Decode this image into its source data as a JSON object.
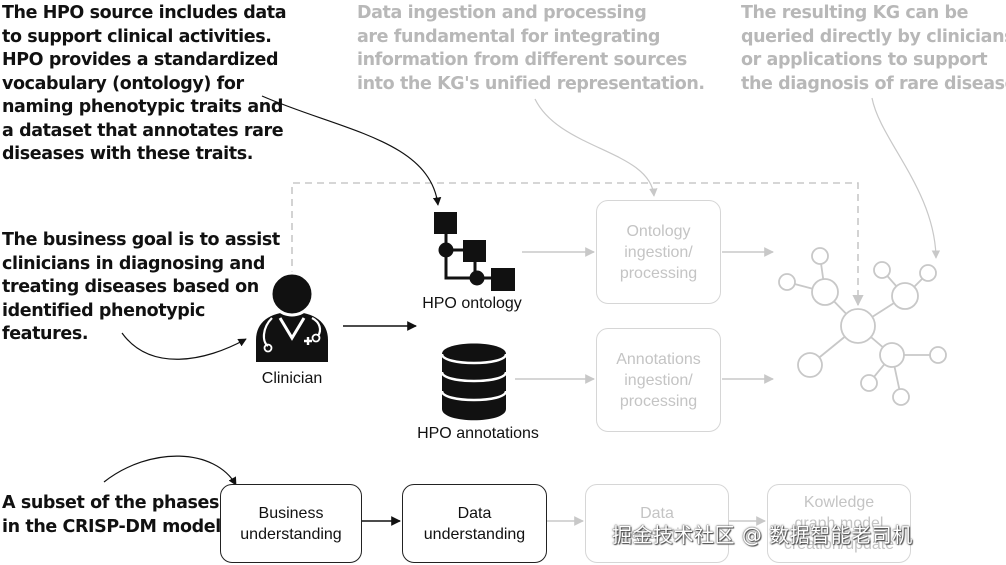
{
  "annotations": {
    "hpo_source": [
      "The HPO source includes data",
      "to support clinical activities.",
      "HPO provides a standardized",
      "vocabulary (ontology) for",
      "naming phenotypic traits and",
      "a dataset that annotates rare",
      "diseases with these traits."
    ],
    "data_ingestion": [
      "Data ingestion and processing",
      "are fundamental for integrating",
      "information from different sources",
      "into the KG's unified representation."
    ],
    "resulting_kg": [
      "The resulting KG can be",
      "queried directly by clinicians",
      "or applications to support",
      "the diagnosis of rare diseases."
    ],
    "business_goal": [
      "The business goal is to assist",
      "clinicians in diagnosing and",
      "treating diseases based on",
      "identified phenotypic",
      "features."
    ],
    "crisp_dm": [
      "A subset of the phases",
      "in the CRISP-DM model"
    ]
  },
  "nodes": {
    "clinician": "Clinician",
    "hpo_ontology": "HPO ontology",
    "hpo_annotations": "HPO annotations",
    "ontology_ingestion": [
      "Ontology",
      "ingestion/",
      "processing"
    ],
    "annotations_ingestion": [
      "Annotations",
      "ingestion/",
      "processing"
    ]
  },
  "phases": [
    {
      "lines": [
        "Business",
        "understanding"
      ],
      "active": true
    },
    {
      "lines": [
        "Data",
        "understanding"
      ],
      "active": true
    },
    {
      "lines": [
        "Data",
        "preparation"
      ],
      "active": false
    },
    {
      "lines": [
        "Kowledge",
        "graph model",
        "creation/update"
      ],
      "active": false
    }
  ],
  "watermark": "掘金技术社区 @ 数据智能老司机",
  "colors": {
    "ink": "#111111",
    "muted": "#b8b8b8",
    "box_muted": "#d6d6d6"
  },
  "icons": [
    "clinician-icon",
    "ontology-tree-icon",
    "database-icon",
    "knowledge-graph-icon"
  ]
}
